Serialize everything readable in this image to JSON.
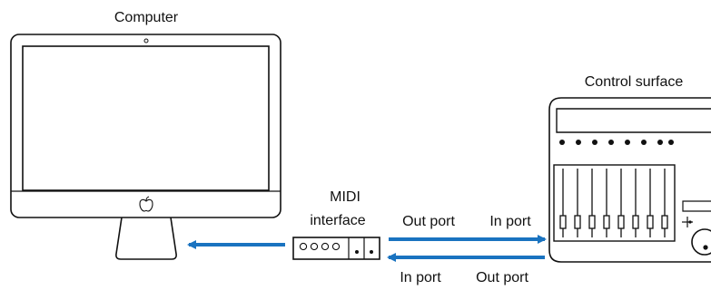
{
  "labels": {
    "computer": "Computer",
    "midi_interface_line1": "MIDI",
    "midi_interface_line2": "interface",
    "control_surface": "Control surface",
    "top_left_port": "Out port",
    "top_right_port": "In port",
    "bottom_left_port": "In port",
    "bottom_right_port": "Out port"
  },
  "icons": {
    "computer": "imac-icon",
    "logo": "apple-logo-icon",
    "midi_interface": "midi-interface-icon",
    "control_surface": "control-surface-icon"
  },
  "colors": {
    "arrow": "#1a73c0",
    "outline": "#111111",
    "background": "#ffffff"
  }
}
